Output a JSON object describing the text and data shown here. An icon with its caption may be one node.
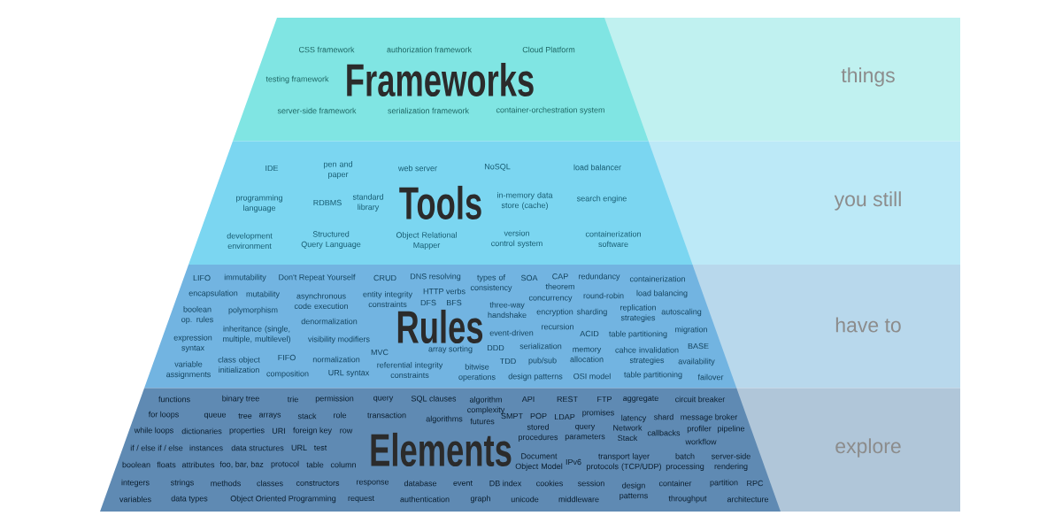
{
  "diagram": {
    "nodes": [
      {
        "text": [
          "Frameworks",
          "CSS framework",
          "authorization framework",
          "Cloud Platform",
          "testing framework",
          "server-side framework",
          "serialization framework",
          "container-orchestration system"
        ]
      },
      {
        "text": [
          "things"
        ]
      },
      {
        "text": [
          "Tools",
          "IDE",
          "pen and paper",
          "web server",
          "NoSQL",
          "load balancer",
          "programming language",
          "RDBMS",
          "standard library",
          "in-memory data store (cache)",
          "search engine",
          "development environment",
          "Structured Query Language",
          "Object Relational Mapper",
          "version control system",
          "containerization software"
        ]
      },
      {
        "text": [
          "you still"
        ]
      },
      {
        "text": [
          "Rules",
          "LIFO",
          "immutability",
          "Don't Repeat Yourself",
          "CRUD",
          "DNS resolving",
          "types of consistency",
          "SOA",
          "CAP theorem",
          "redundancy",
          "containerization",
          "encapsulation",
          "mutability",
          "asynchronous code execution",
          "entity integrity constraints",
          "HTTP verbs",
          "concurrency",
          "round-robin",
          "load balancing",
          "boolean op. rules",
          "polymorphism",
          "DFS",
          "BFS",
          "three-way handshake",
          "encryption",
          "sharding",
          "replication strategies",
          "autoscaling",
          "denormalization",
          "inheritance (single, multiple, multilevel)",
          "event-driven",
          "recursion",
          "ACID",
          "table partitioning",
          "migration",
          "expression syntax",
          "visibility modifiers",
          "MVC",
          "array sorting",
          "DDD",
          "serialization",
          "memory allocation",
          "cahce invalidation strategies",
          "BASE",
          "variable assignments",
          "class object initialization",
          "FIFO",
          "normalization",
          "referential integrity constraints",
          "TDD",
          "pub/sub",
          "availability",
          "composition",
          "URL syntax",
          "bitwise operations",
          "design patterns",
          "OSI model",
          "table partitioning",
          "failover"
        ]
      },
      {
        "text": [
          "have to"
        ]
      },
      {
        "text": [
          "Elements",
          "functions",
          "binary tree",
          "trie",
          "permission",
          "query",
          "SQL clauses",
          "algorithm complexity",
          "API",
          "REST",
          "FTP",
          "aggregate",
          "circuit breaker",
          "for loops",
          "queue",
          "tree",
          "arrays",
          "stack",
          "role",
          "transaction",
          "algorithms",
          "futures",
          "SMPT",
          "POP",
          "LDAP",
          "promises",
          "latency",
          "shard",
          "message broker",
          "while loops",
          "dictionaries",
          "properties",
          "URI",
          "foreign key",
          "row",
          "stored procedures",
          "query parameters",
          "Network Stack",
          "callbacks",
          "profiler",
          "pipeline",
          "workflow",
          "if / else if / else",
          "instances",
          "data structures",
          "URL",
          "test",
          "boolean",
          "floats",
          "attributes",
          "foo, bar, baz",
          "protocol",
          "table",
          "column",
          "Document Object Model",
          "IPv6",
          "transport layer protocols (TCP/UDP)",
          "batch processing",
          "server-side rendering",
          "integers",
          "strings",
          "methods",
          "classes",
          "constructors",
          "response",
          "database",
          "event",
          "DB index",
          "cookies",
          "session",
          "design patterns",
          "container",
          "partition",
          "RPC",
          "variables",
          "data types",
          "Object Oriented Programming",
          "request",
          "authentication",
          "graph",
          "unicode",
          "middleware",
          "throughput",
          "architecture"
        ]
      },
      {
        "text": [
          "explore"
        ]
      }
    ]
  }
}
